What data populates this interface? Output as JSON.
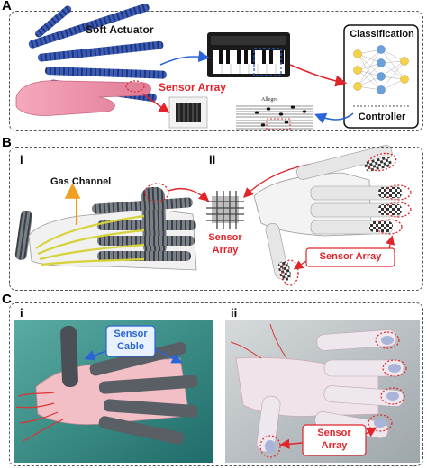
{
  "panels": {
    "a": {
      "letter": "A",
      "soft_actuator_label": "Soft Actuator",
      "sensor_array_label": "Sensor Array",
      "classification_label": "Classification",
      "controller_label": "Controller",
      "sheet_music_label": "Allegro"
    },
    "b": {
      "letter": "B",
      "sub_i": "i",
      "sub_ii": "ii",
      "gas_channel_label": "Gas Channel",
      "sensor_array_label_top": "Sensor",
      "sensor_array_label_bottom": "Array",
      "sensor_array_box_label": "Sensor Array"
    },
    "c": {
      "letter": "C",
      "sub_i": "i",
      "sub_ii": "ii",
      "sensor_cable_top": "Sensor",
      "sensor_cable_bottom": "Cable",
      "sensor_array_top": "Sensor",
      "sensor_array_bottom": "Array"
    }
  },
  "colors": {
    "accent_red": "#e0242a",
    "accent_blue": "#2a64d8",
    "gas_arrow": "#f0a020",
    "glove_pink": "#f39ab0",
    "actuator_blue": "#2f4fa8",
    "network_node_yellow": "#f6d24a",
    "network_node_blue": "#6aa0dc",
    "photo_teal": "#2f8f8a",
    "photo_grey": "#b9c0c4"
  }
}
